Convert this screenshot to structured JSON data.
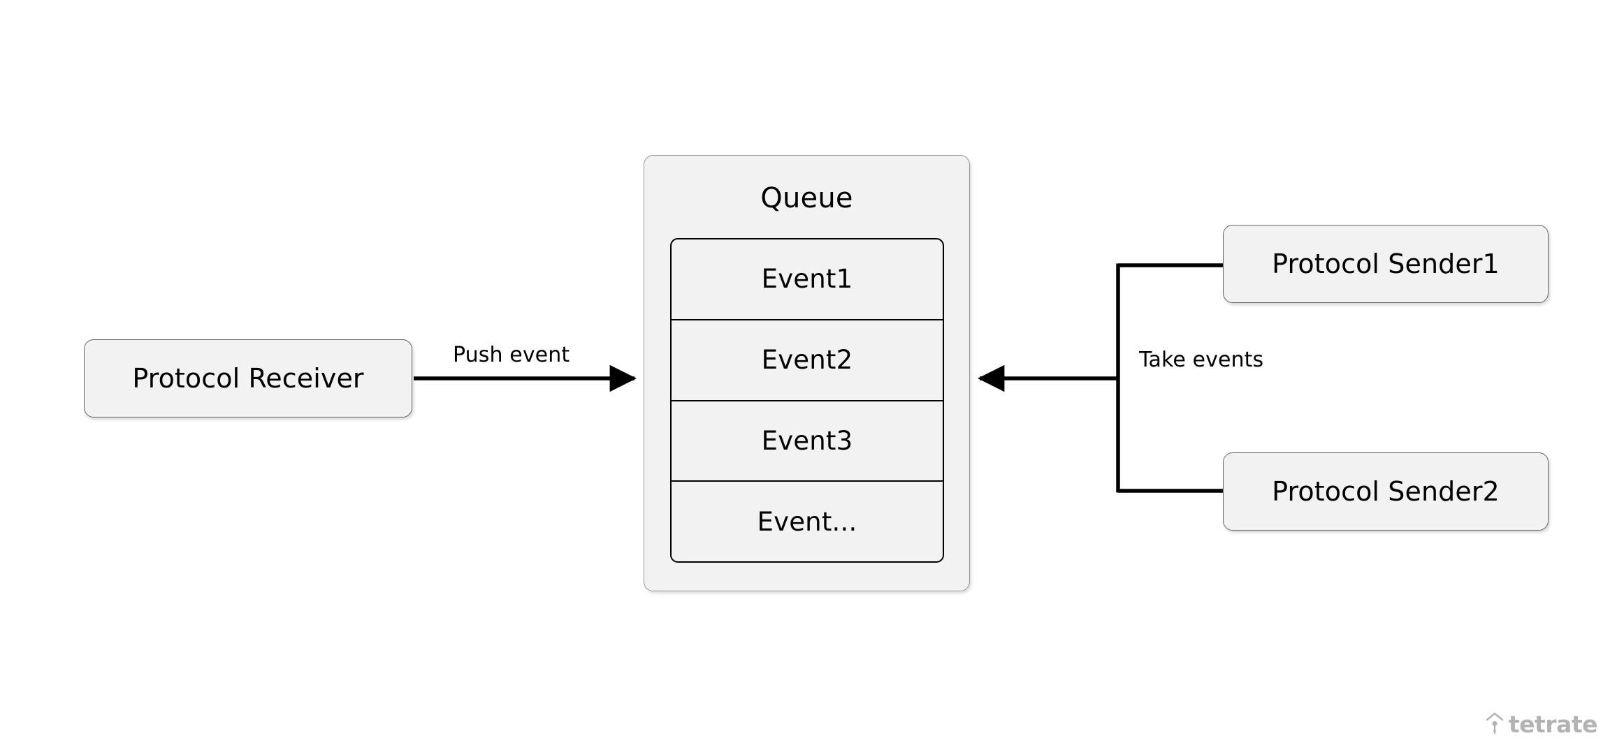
{
  "diagram": {
    "type": "flow-diagram",
    "background_color": "#ffffff",
    "node_fill_color": "#f2f2f2",
    "node_border_color": "#666666",
    "edge_color": "#000000",
    "nodes": [
      {
        "id": "receiver",
        "label": "Protocol Receiver"
      },
      {
        "id": "queue",
        "label": "Queue"
      },
      {
        "id": "sender1",
        "label": "Protocol Sender1"
      },
      {
        "id": "sender2",
        "label": "Protocol Sender2"
      }
    ],
    "queue": {
      "title": "Queue",
      "events": [
        {
          "label": "Event1"
        },
        {
          "label": "Event2"
        },
        {
          "label": "Event3"
        },
        {
          "label": "Event..."
        }
      ]
    },
    "edges": [
      {
        "id": "push",
        "from": "receiver",
        "to": "queue",
        "label": "Push event",
        "arrow": "to-queue"
      },
      {
        "id": "take1",
        "from": "sender1",
        "to": "queue",
        "label": "Take events",
        "arrow": "to-queue"
      },
      {
        "id": "take2",
        "from": "sender2",
        "to": "queue",
        "label": "",
        "arrow": "to-queue"
      }
    ],
    "labels": {
      "push_event": "Push event",
      "take_events": "Take events"
    }
  },
  "watermark": {
    "text": "tetrate",
    "icon": "tetrate-logo-icon",
    "color": "#b3b3b3"
  }
}
